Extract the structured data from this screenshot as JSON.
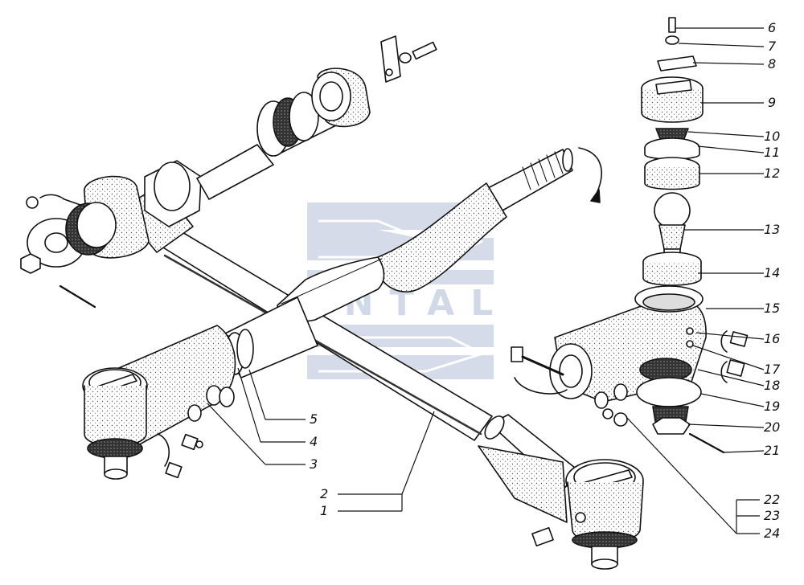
{
  "watermark": {
    "text": "SANTAL",
    "color": "#b7c3da"
  },
  "callouts": [
    {
      "id": "1",
      "text": "1"
    },
    {
      "id": "2",
      "text": "2"
    },
    {
      "id": "3",
      "text": "3"
    },
    {
      "id": "4",
      "text": "4"
    },
    {
      "id": "5",
      "text": "5"
    },
    {
      "id": "6",
      "text": "6"
    },
    {
      "id": "7",
      "text": "7"
    },
    {
      "id": "8",
      "text": "8"
    },
    {
      "id": "9",
      "text": "9"
    },
    {
      "id": "10",
      "text": "10"
    },
    {
      "id": "11",
      "text": "11"
    },
    {
      "id": "12",
      "text": "12"
    },
    {
      "id": "13",
      "text": "13"
    },
    {
      "id": "14",
      "text": "14"
    },
    {
      "id": "15",
      "text": "15"
    },
    {
      "id": "16",
      "text": "16"
    },
    {
      "id": "17",
      "text": "17"
    },
    {
      "id": "18",
      "text": "18"
    },
    {
      "id": "19",
      "text": "19"
    },
    {
      "id": "20",
      "text": "20"
    },
    {
      "id": "21",
      "text": "21"
    },
    {
      "id": "22",
      "text": "22"
    },
    {
      "id": "23",
      "text": "23"
    },
    {
      "id": "24",
      "text": "24"
    }
  ]
}
